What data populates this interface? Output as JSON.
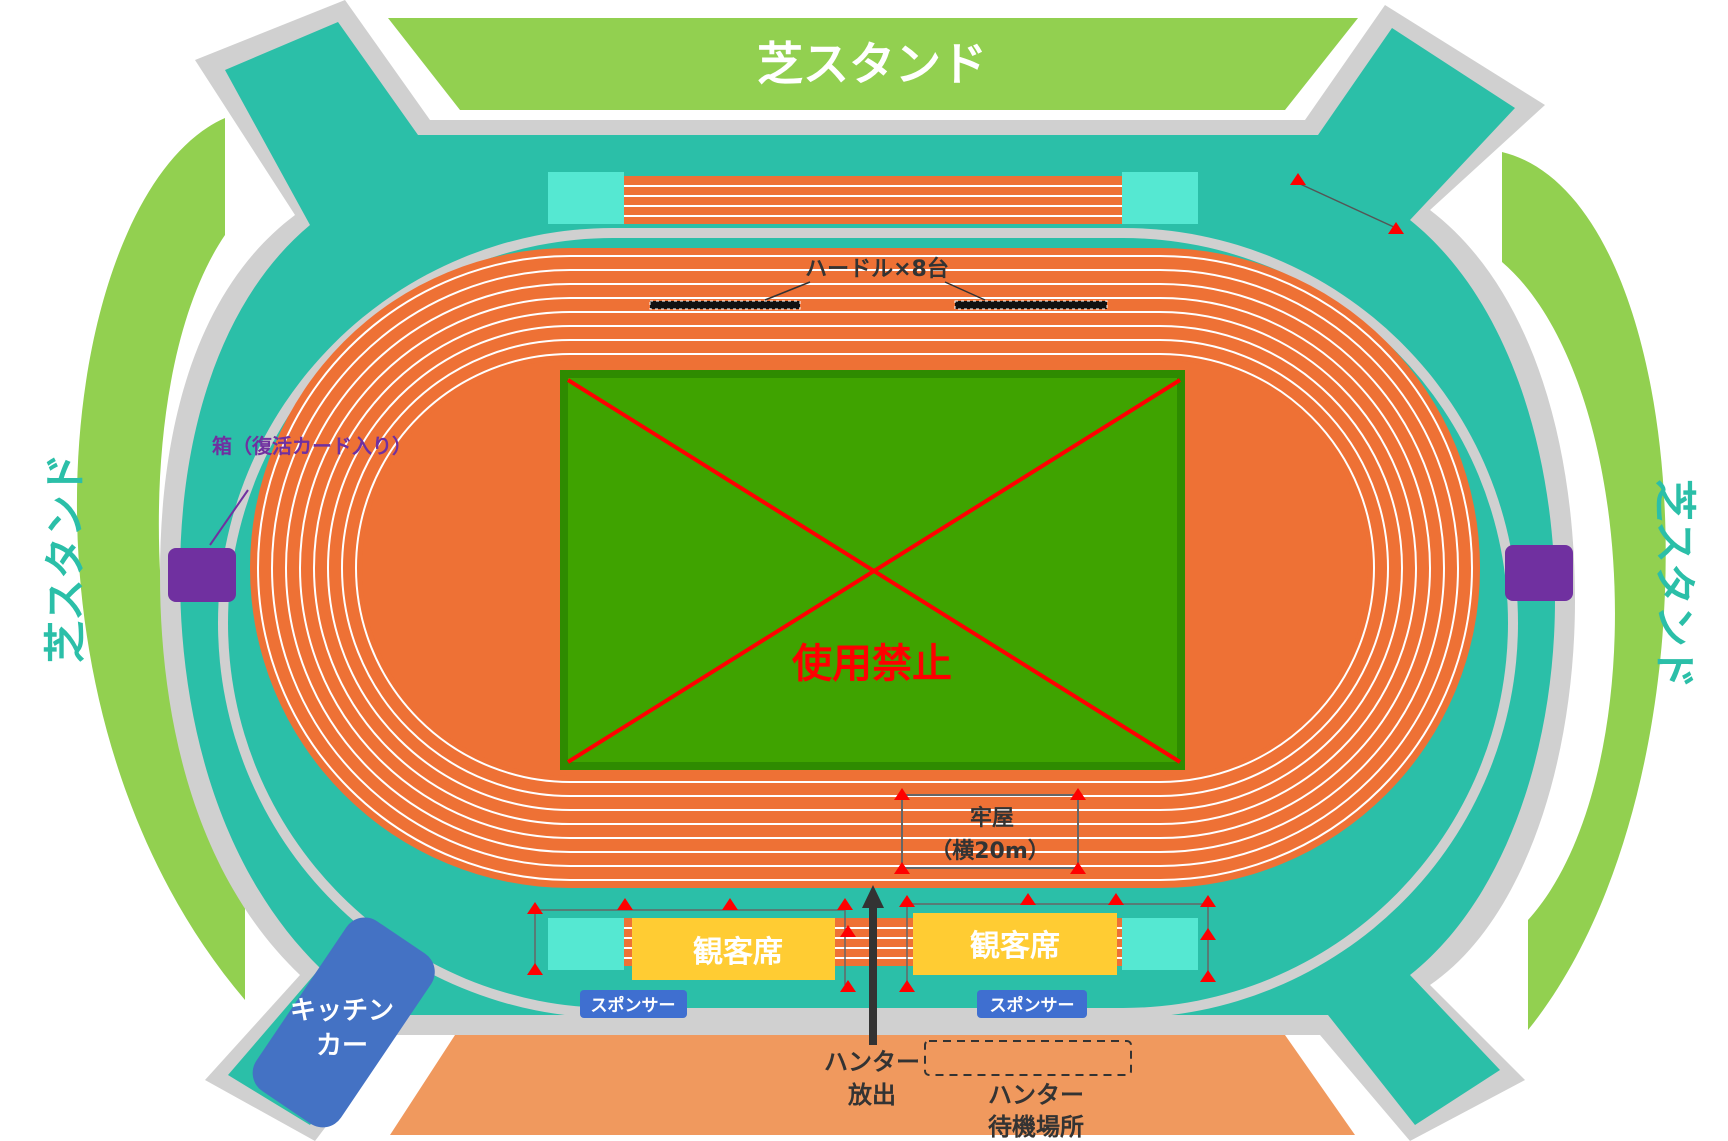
{
  "stands": {
    "top": "芝スタンド",
    "left": "芝スタンド",
    "right": "芝スタンド"
  },
  "labels": {
    "hurdles": "ハードル×8台",
    "box": "箱（復活カード入り）",
    "prohibited": "使用禁止",
    "jail_line1": "牢屋",
    "jail_line2": "（横20m）",
    "seats_left": "観客席",
    "seats_right": "観客席",
    "sponsor_left": "スポンサー",
    "sponsor_right": "スポンサー",
    "kitchen_line1": "キッチン",
    "kitchen_line2": "カー",
    "hunter_release_line1": "ハンター",
    "hunter_release_line2": "放出",
    "hunter_wait_line1": "ハンター",
    "hunter_wait_line2": "待機場所"
  },
  "colors": {
    "grass": "#92D050",
    "concourse": "#2BBFA8",
    "track": "#EE7135",
    "field": "#3D9E00",
    "prohibited": "#FF0000",
    "box": "#7030A0",
    "seats": "#FFCC33",
    "sponsor": "#3F6FD0",
    "kitchen": "#4472C4",
    "waiting_area": "#F0995E"
  }
}
